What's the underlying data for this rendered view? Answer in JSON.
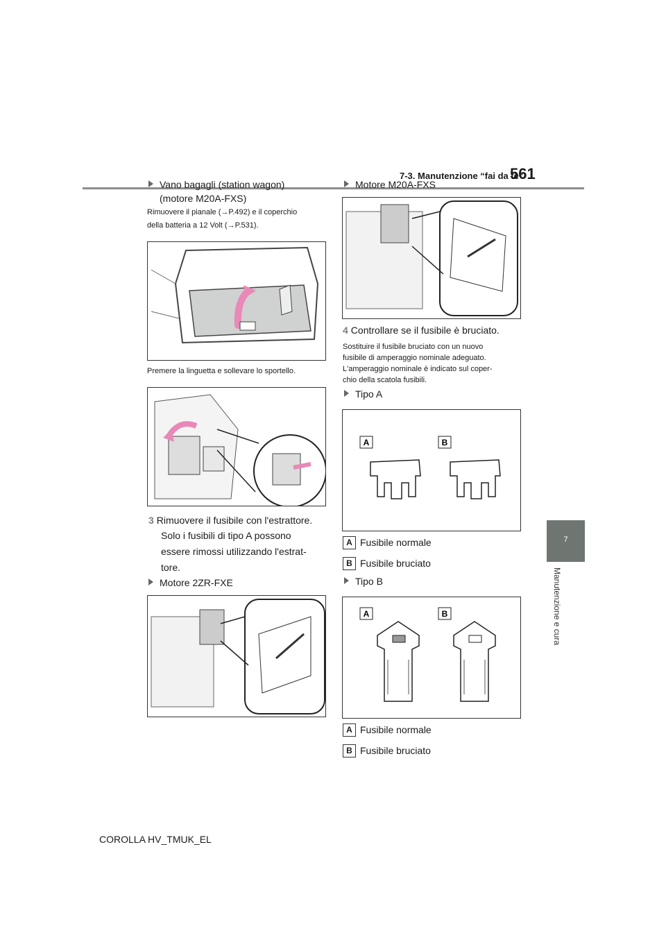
{
  "header": {
    "section_title": "7-3. Manutenzione “fai da te”",
    "page_number": "561"
  },
  "side_tab": {
    "chapter_number": "7",
    "chapter_title": "Manutenzione e cura"
  },
  "left_column": {
    "heading_line1": "Vano bagagli (station wagon)",
    "heading_line2": "(motore M20A-FXS)",
    "intro_line1": "Rimuovere il pianale (→P.492) e il coperchio",
    "intro_line2": "della batteria a 12 Volt (→P.531).",
    "caption1": "Premere la linguetta e sollevare lo sportello.",
    "step3_number": "3",
    "step3_line1": "Rimuovere il fusibile con l'estrattore.",
    "step3_line2": "Solo i fusibili di tipo A possono",
    "step3_line3": "essere rimossi utilizzando l'estrat-",
    "step3_line4": "tore.",
    "engine_2zr": "Motore 2ZR-FXE"
  },
  "right_column": {
    "engine_m20a": "Motore M20A-FXS",
    "step4_number": "4",
    "step4_text": "Controllare se il fusibile è bruciato.",
    "step4_note_line1": "Sostituire il fusibile bruciato con un nuovo",
    "step4_note_line2": "fusibile di amperaggio nominale adeguato.",
    "step4_note_line3": "L'amperaggio nominale è indicato sul coper-",
    "step4_note_line4": "chio della scatola fusibili.",
    "type_a": "Tipo A",
    "type_b": "Tipo B",
    "label_a": "A",
    "label_b": "B",
    "normal_fuse": "Fusibile normale",
    "blown_fuse": "Fusibile bruciato"
  },
  "footer": {
    "model": "COROLLA HV_TMUK_EL"
  },
  "colors": {
    "tab_gray": "#6f7672",
    "rule_gray": "#8a8f8c",
    "arrow_pink": "#e889b8"
  }
}
